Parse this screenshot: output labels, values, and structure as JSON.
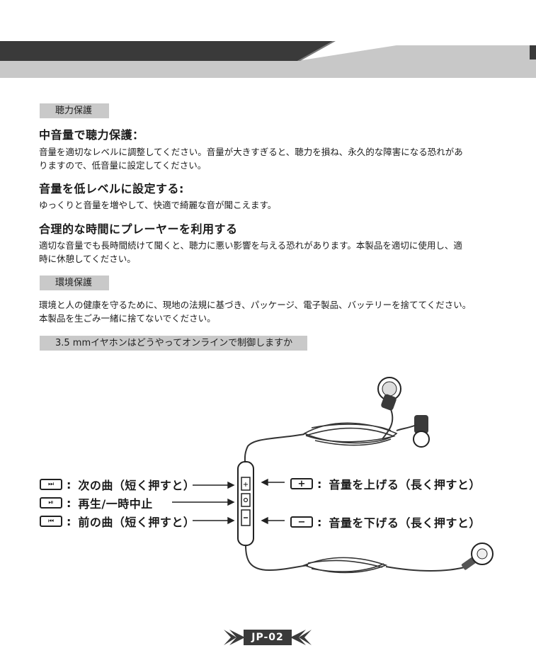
{
  "sections": {
    "hearing_label": "聴力保護",
    "env_label": "環境保護",
    "control_label": "3.5 mmイヤホンはどうやってオンラインで制御しますか"
  },
  "blocks": [
    {
      "heading": "中音量で聴力保護：",
      "lines": [
        "音量を適切なレベルに調整してください。音量が大きすぎると、聴力を損ね、永久的な障害になる恐れがあ",
        "りますので、低音量に設定してください。"
      ]
    },
    {
      "heading": "音量を低レベルに設定する:",
      "lines": [
        "ゆっくりと音量を増やして、快適で綺麗な音が聞こえます。"
      ]
    },
    {
      "heading": "合理的な時間にプレーヤーを利用する",
      "lines": [
        "適切な音量でも長時間続けて聞くと、聴力に悪い影響を与える恐れがあります。本製品を適切に使用し、適",
        "時に休憩してください。"
      ]
    }
  ],
  "env_lines": [
    "環境と人の健康を守るために、現地の法規に基づき、パッケージ、電子製品、バッテリーを捨ててください。",
    "本製品を生ごみ一緒に捨てないでください。"
  ],
  "controls_left": [
    {
      "icon": "next-track-icon",
      "glyph": "⏭",
      "text": "次の曲（短く押すと）"
    },
    {
      "icon": "play-pause-icon",
      "glyph": "⏯",
      "text": "再生/一時中止"
    },
    {
      "icon": "previous-track-icon",
      "glyph": "⏮",
      "text": "前の曲（短く押すと）"
    }
  ],
  "controls_right": [
    {
      "icon": "volume-up-icon",
      "glyph": "+",
      "text": "音量を上げる（長く押すと）"
    },
    {
      "icon": "volume-down-icon",
      "glyph": "−",
      "text": "音量を下げる（長く押すと）"
    }
  ],
  "colon": ":",
  "footer": {
    "page": "JP-02"
  },
  "colors": {
    "header_dark": "#3a3a3a",
    "header_light": "#c8c8c8",
    "label_bg": "#c9c9c9"
  }
}
